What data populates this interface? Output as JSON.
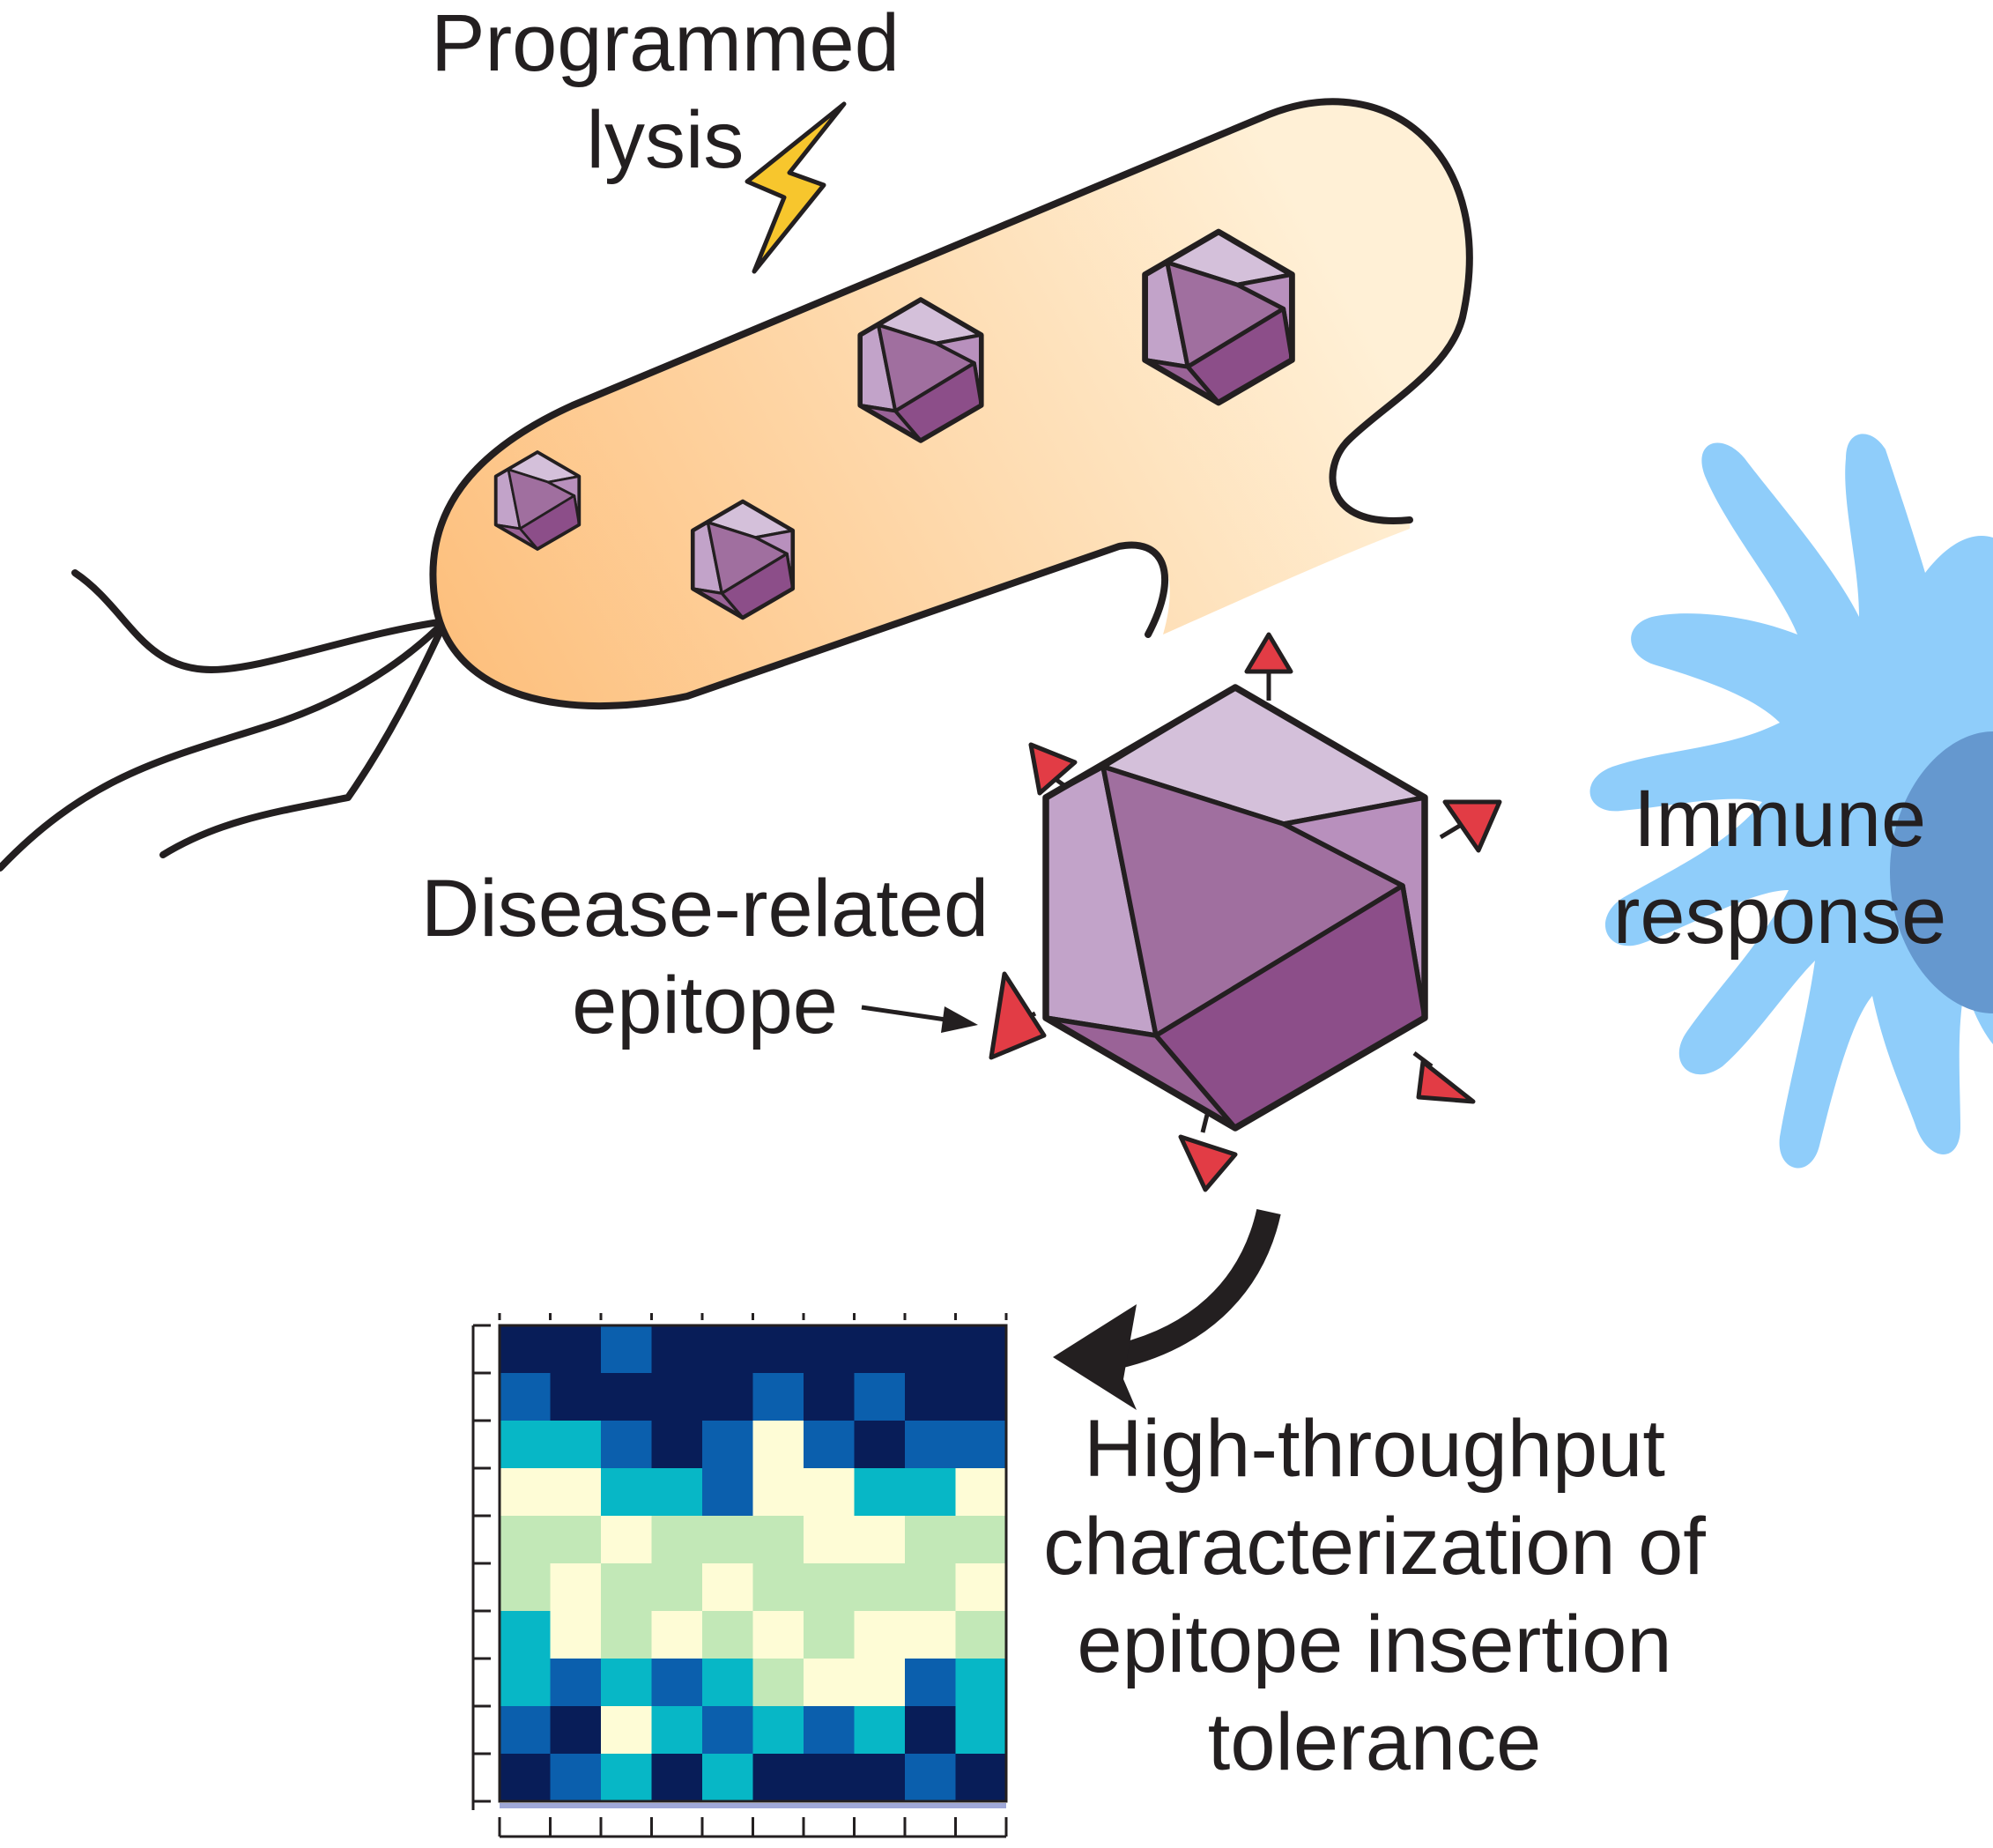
{
  "labels": {
    "programmed_lysis": [
      "Programmed",
      "lysis"
    ],
    "disease_epitope": [
      "Disease-related",
      "epitope"
    ],
    "immune_response": [
      "Immune",
      "response"
    ],
    "high_throughput": [
      "High-throughput",
      "characterization of",
      "epitope insertion",
      "tolerance"
    ]
  },
  "colors": {
    "bacterium_fill_dark": "#fdc07e",
    "bacterium_fill_light": "#fff0d6",
    "outline": "#231f20",
    "capsid_light": "#d2bed9",
    "capsid_mid": "#b08bb8",
    "capsid_dark": "#8a4f88",
    "epitope": "#e23c45",
    "lightning": "#f7c62d",
    "immune_cell": "#8fcdfa",
    "immune_nucleus": "#6598cf"
  },
  "icons": [
    "lightning-bolt-icon",
    "capsid-icon",
    "epitope-icon",
    "curved-arrow-icon",
    "heatmap-icon"
  ],
  "heatmap": {
    "palette": [
      "#081d58",
      "#0b5fad",
      "#07b7c6",
      "#c2e8b7",
      "#fefcd6"
    ],
    "rows": [
      [
        0,
        0,
        1,
        0,
        0,
        0,
        0,
        0,
        0,
        0
      ],
      [
        1,
        0,
        0,
        0,
        0,
        1,
        0,
        1,
        0,
        0
      ],
      [
        2,
        2,
        1,
        0,
        1,
        4,
        1,
        0,
        1,
        1
      ],
      [
        4,
        4,
        2,
        2,
        1,
        4,
        4,
        2,
        2,
        4
      ],
      [
        3,
        3,
        4,
        3,
        3,
        3,
        4,
        4,
        3,
        3
      ],
      [
        3,
        4,
        3,
        3,
        4,
        3,
        3,
        3,
        3,
        4
      ],
      [
        2,
        4,
        3,
        4,
        3,
        4,
        3,
        4,
        4,
        3
      ],
      [
        2,
        1,
        2,
        1,
        2,
        3,
        4,
        4,
        1,
        2
      ],
      [
        1,
        0,
        4,
        2,
        1,
        2,
        1,
        2,
        0,
        2
      ],
      [
        0,
        1,
        2,
        0,
        2,
        0,
        0,
        0,
        1,
        0
      ]
    ]
  }
}
